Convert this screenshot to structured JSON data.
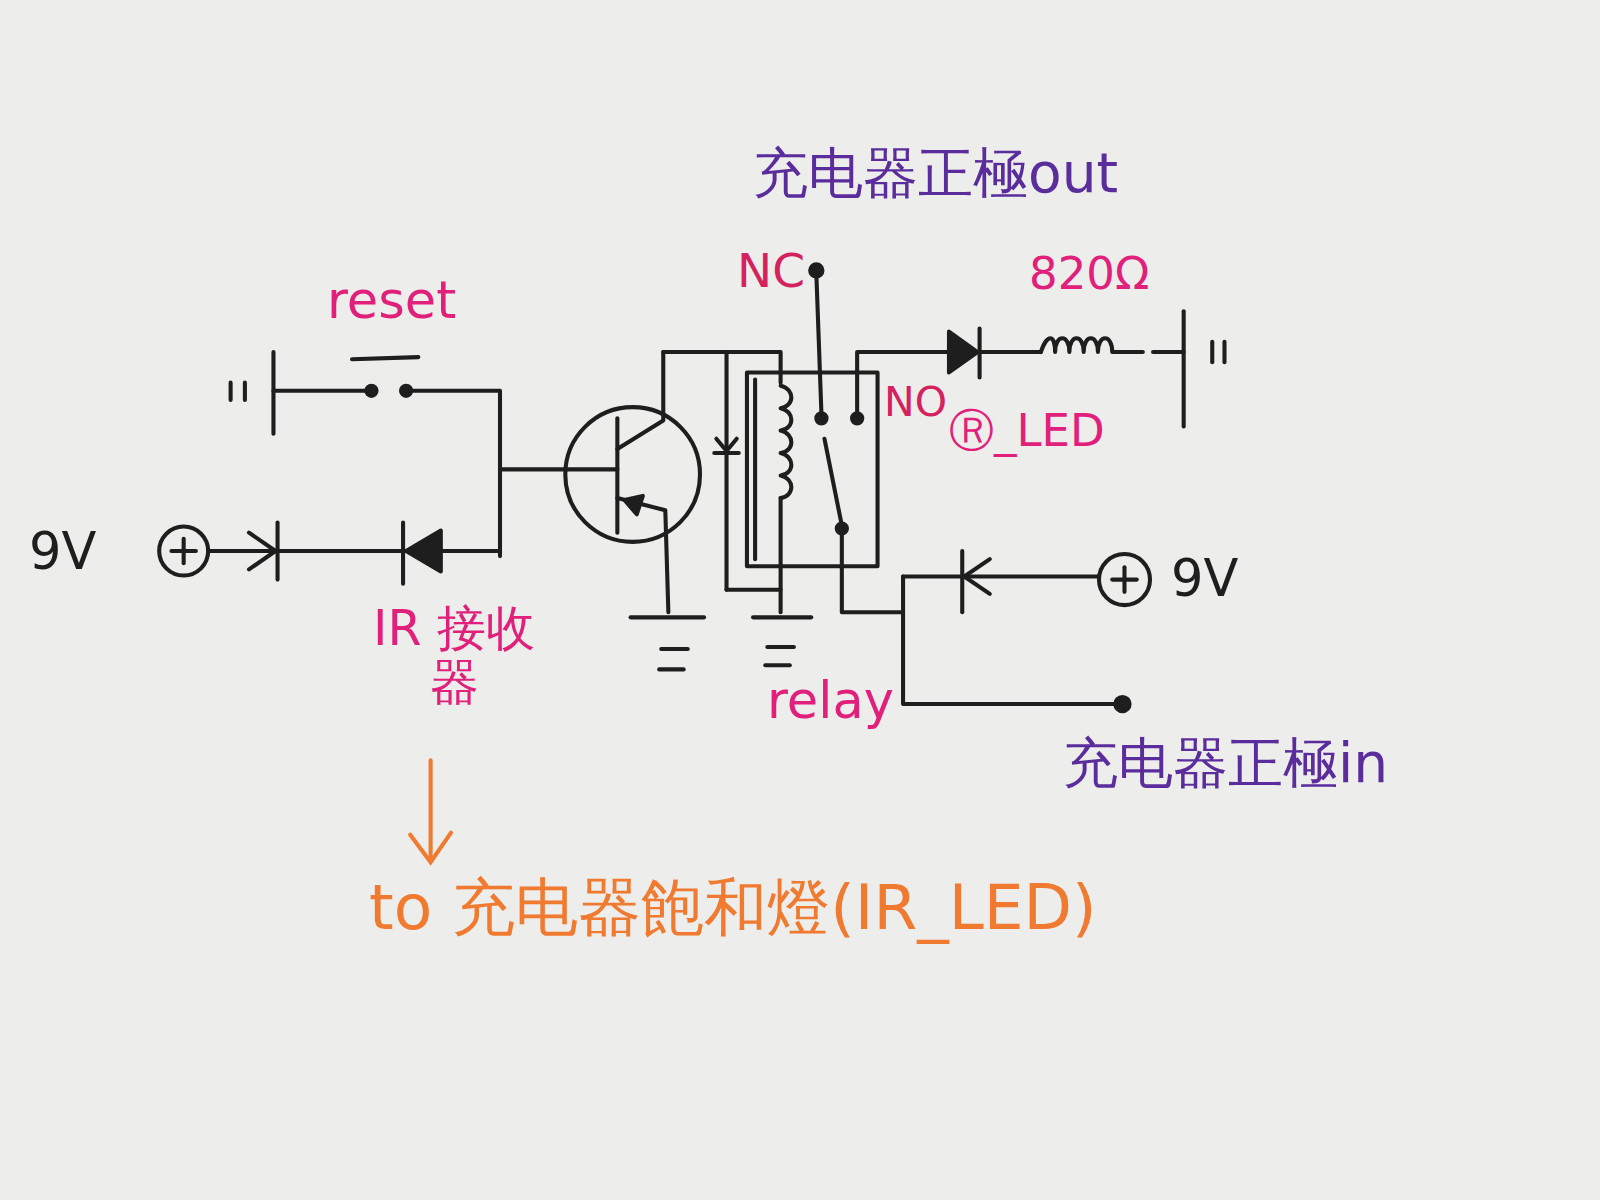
{
  "diagram": {
    "labels": [
      "充电器正極out",
      "820Ω",
      "NC",
      "reset",
      "NO",
      "Ⓡ_LED",
      "9V",
      "9V",
      "IR 接收器",
      "relay",
      "充电器正極in",
      "to 充电器飽和燈(IR_LED)"
    ]
  }
}
